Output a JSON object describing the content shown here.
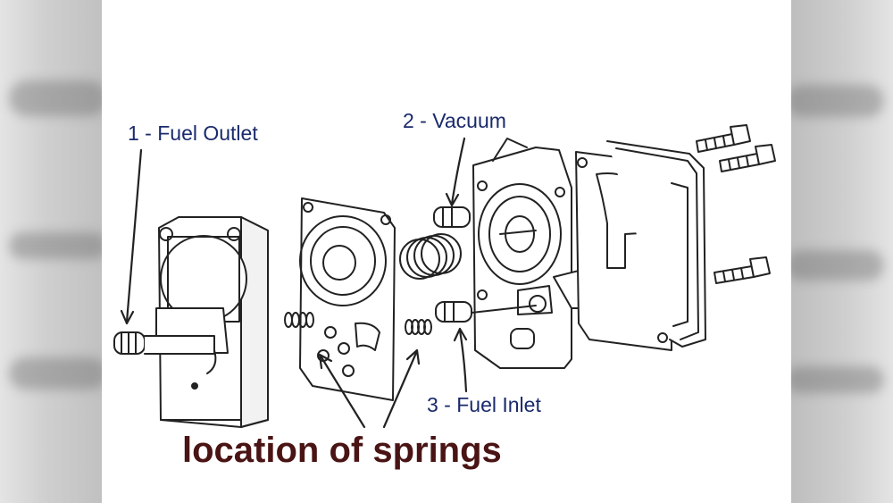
{
  "labels": {
    "fuel_outlet": "1 - Fuel Outlet",
    "vacuum": "2 - Vacuum",
    "fuel_inlet": "3 - Fuel Inlet",
    "springs": "location of springs"
  },
  "colors": {
    "label_text": "#1a2a6c",
    "caption_text": "#4a1414",
    "line_art": "#222222"
  }
}
